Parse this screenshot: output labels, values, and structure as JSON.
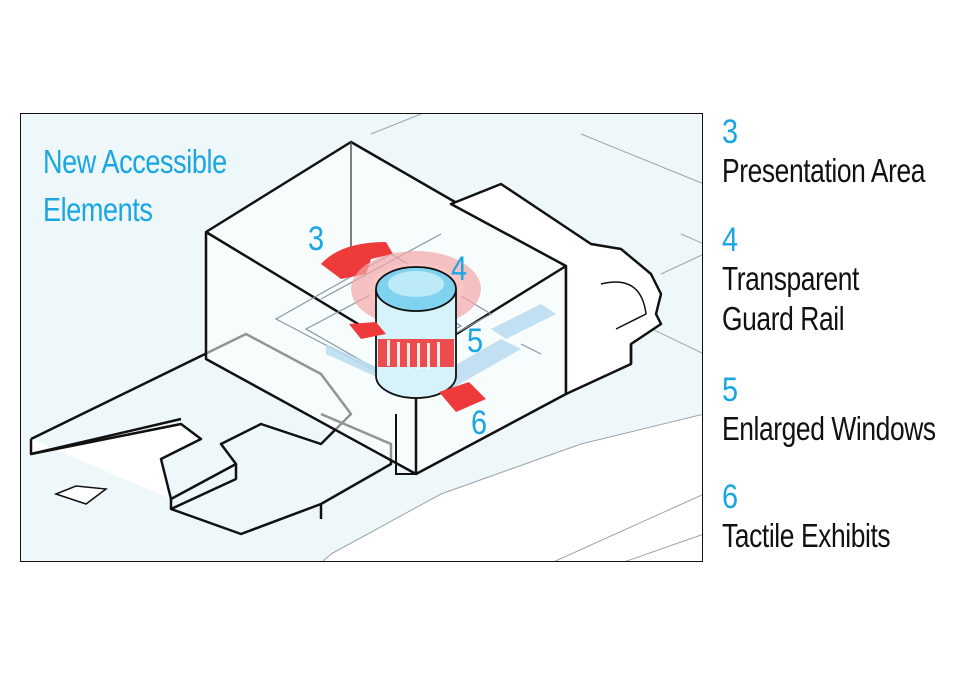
{
  "diagram": {
    "heading_line1": "New Accessible",
    "heading_line2": "Elements",
    "callouts": [
      "3",
      "4",
      "5",
      "6"
    ],
    "colors": {
      "accent_blue": "#1aa6e3",
      "highlight_red": "#ee3a3a",
      "outline": "#111111",
      "background": "#eef8fb"
    }
  },
  "legend": {
    "items": [
      {
        "number": "3",
        "label_lines": [
          "Presentation Area"
        ]
      },
      {
        "number": "4",
        "label_lines": [
          "Transparent",
          "Guard Rail"
        ]
      },
      {
        "number": "5",
        "label_lines": [
          "Enlarged Windows"
        ]
      },
      {
        "number": "6",
        "label_lines": [
          "Tactile Exhibits"
        ]
      }
    ]
  }
}
